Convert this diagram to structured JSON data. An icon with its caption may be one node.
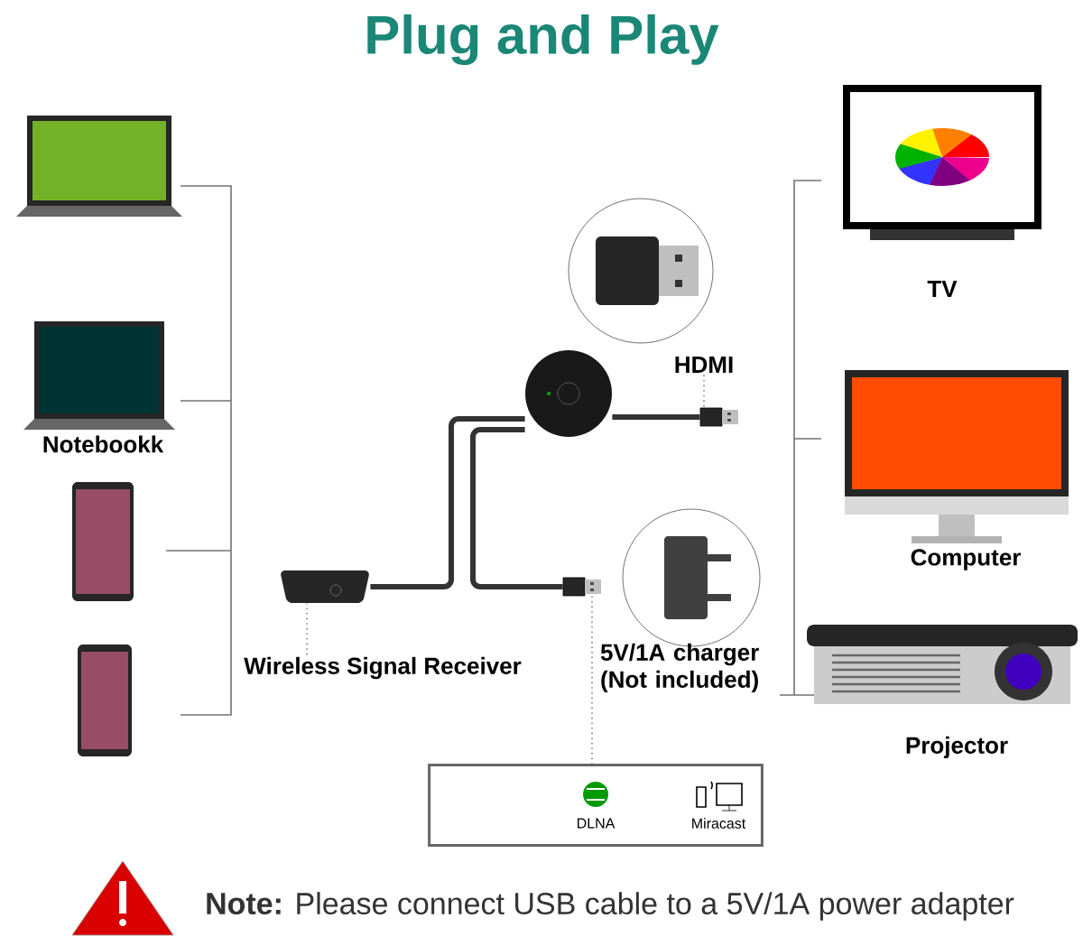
{
  "diagram": {
    "title": "Plug and Play",
    "nodes": [
      {
        "text": [],
        "shape": "picture"
      },
      {
        "text": [
          "Notebookk"
        ]
      },
      {
        "text": [],
        "shape": "picture"
      },
      {
        "text": [],
        "shape": "picture"
      },
      {
        "text": [],
        "shape": "picture"
      },
      {
        "text": [
          "Wireless Signal Receiver"
        ]
      },
      {
        "text": [],
        "shape": "picture"
      },
      {
        "text": [],
        "shape": "box"
      },
      {
        "text": [
          "HDMI"
        ]
      },
      {
        "text": [],
        "shape": "box"
      },
      {
        "text": [
          "5V/1A charger (Not included)"
        ]
      },
      {
        "text": [
          "DLNA",
          "Miracast"
        ]
      },
      {
        "text": [
          "TV"
        ]
      },
      {
        "text": [
          "Computer"
        ]
      },
      {
        "text": [
          "Projector"
        ]
      }
    ],
    "edges": [
      {
        "from": 5,
        "to": 4,
        "arrow": "none",
        "style": "dashed"
      },
      {
        "from": 4,
        "to": 6,
        "arrow": "none",
        "style": "thick"
      },
      {
        "from": 6,
        "to": 7,
        "arrow": "none",
        "style": "thick"
      },
      {
        "from": 6,
        "to": 9,
        "arrow": "none",
        "style": "thick"
      },
      {
        "from": 8,
        "to": 7,
        "arrow": "none",
        "style": "dashed"
      },
      {
        "from": 9,
        "to": 11,
        "arrow": "none",
        "style": "dashed"
      }
    ],
    "labels": [
      "**Note:** Please connect USB cable to a 5V/1A power adapter"
    ]
  }
}
